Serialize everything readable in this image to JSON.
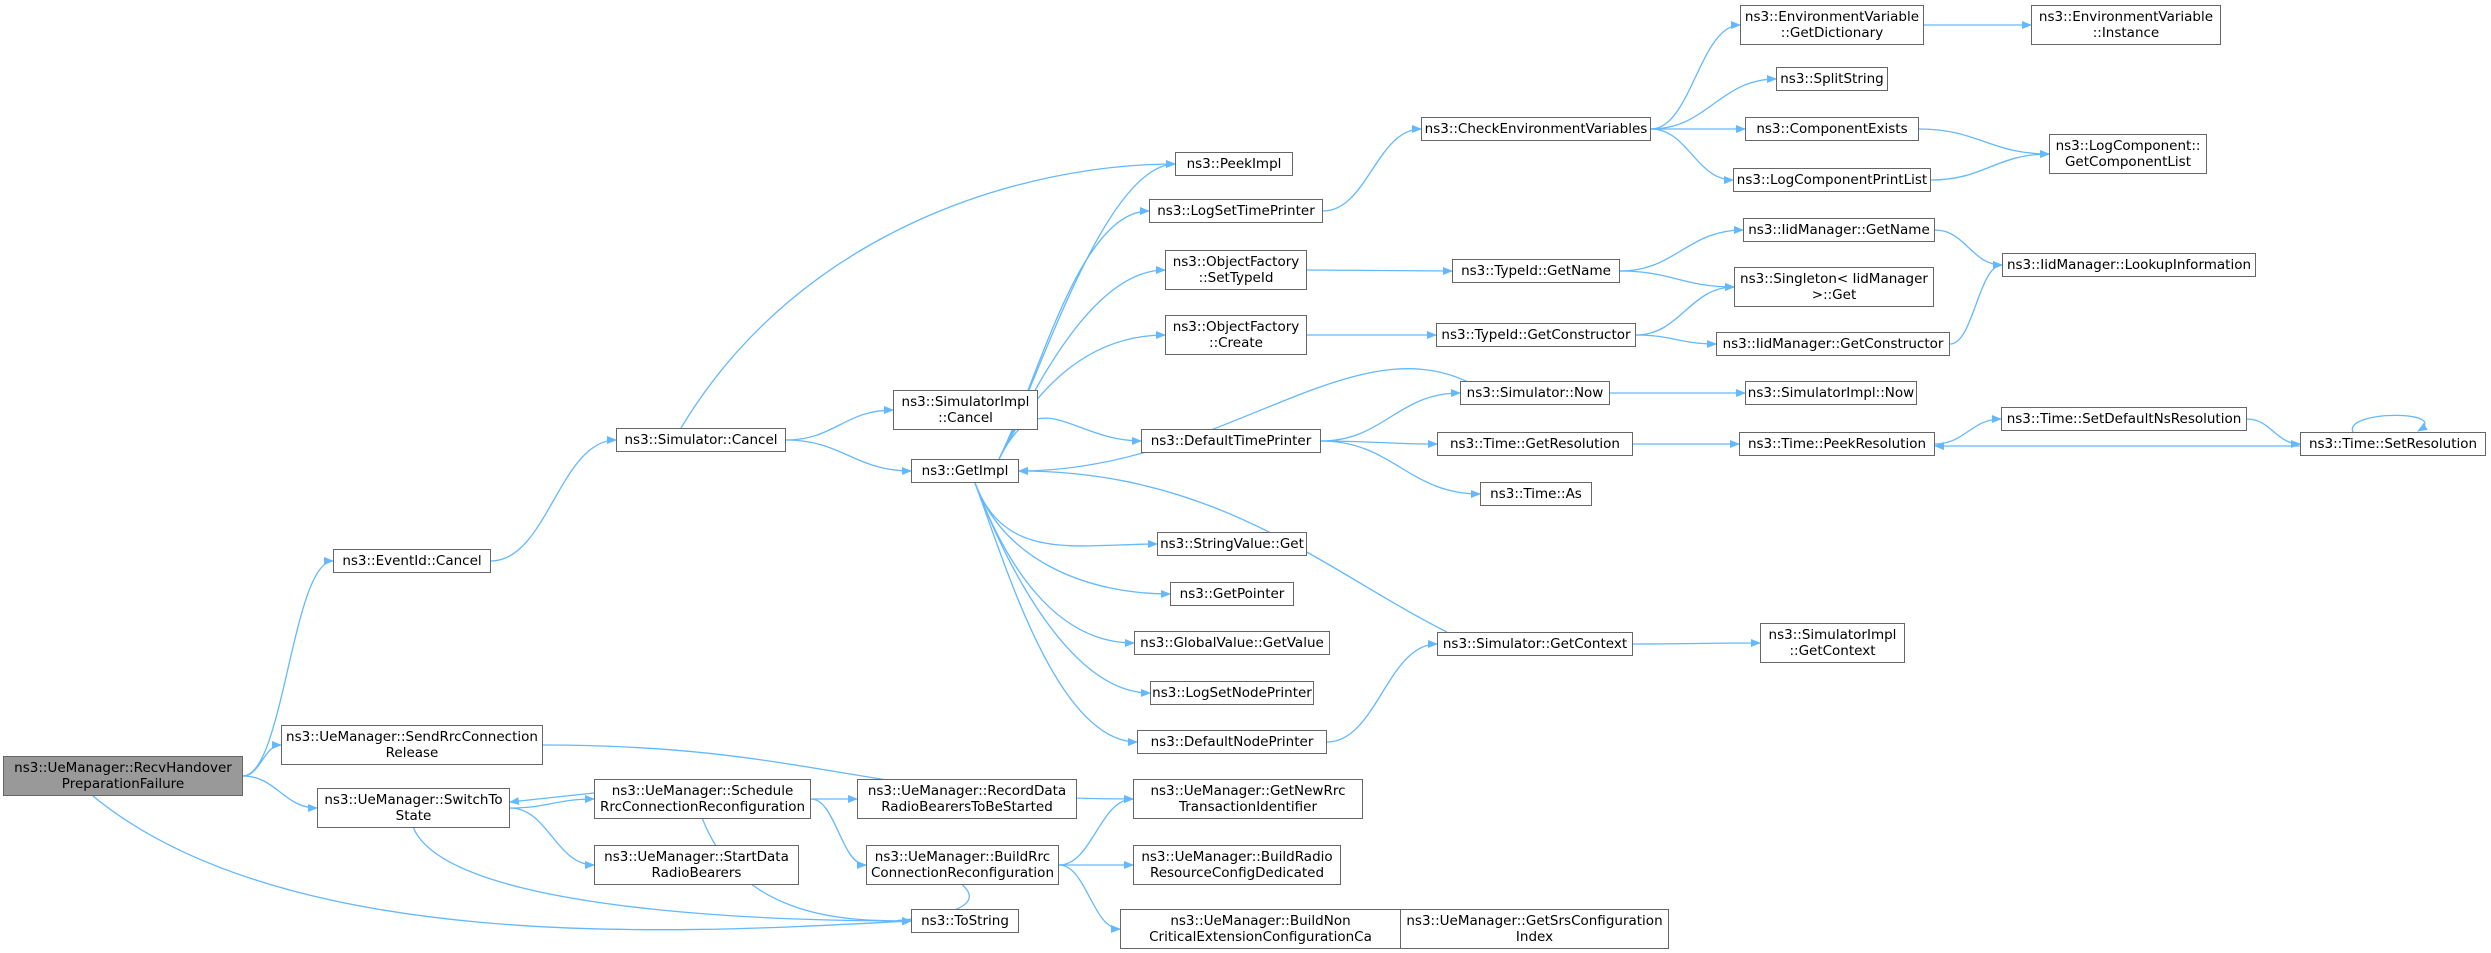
{
  "edge_color": "#63b8ff",
  "root_fill": "#999999",
  "node_border": "#666666",
  "nodes": {
    "recv": {
      "lines": [
        "ns3::UeManager::RecvHandover",
        "PreparationFailure"
      ]
    },
    "eventcancel": {
      "lines": [
        "ns3::EventId::Cancel"
      ]
    },
    "simcancel": {
      "lines": [
        "ns3::Simulator::Cancel"
      ]
    },
    "peekimpl": {
      "lines": [
        "ns3::PeekImpl"
      ]
    },
    "siminplcancel": {
      "lines": [
        "ns3::SimulatorImpl",
        "::Cancel"
      ]
    },
    "getimpl": {
      "lines": [
        "ns3::GetImpl"
      ]
    },
    "logsettime": {
      "lines": [
        "ns3::LogSetTimePrinter"
      ]
    },
    "ofsettypeid": {
      "lines": [
        "ns3::ObjectFactory",
        "::SetTypeId"
      ]
    },
    "ofcreate": {
      "lines": [
        "ns3::ObjectFactory",
        "::Create"
      ]
    },
    "deftimeprinter": {
      "lines": [
        "ns3::DefaultTimePrinter"
      ]
    },
    "strvalget": {
      "lines": [
        "ns3::StringValue::Get"
      ]
    },
    "getpointer": {
      "lines": [
        "ns3::GetPointer"
      ]
    },
    "gvgetvalue": {
      "lines": [
        "ns3::GlobalValue::GetValue"
      ]
    },
    "logsetnode": {
      "lines": [
        "ns3::LogSetNodePrinter"
      ]
    },
    "defnodeprinter": {
      "lines": [
        "ns3::DefaultNodePrinter"
      ]
    },
    "checkenv": {
      "lines": [
        "ns3::CheckEnvironmentVariables"
      ]
    },
    "envgetdict": {
      "lines": [
        "ns3::EnvironmentVariable",
        "::GetDictionary"
      ]
    },
    "envinstance": {
      "lines": [
        "ns3::EnvironmentVariable",
        "::Instance"
      ]
    },
    "splitstring": {
      "lines": [
        "ns3::SplitString"
      ]
    },
    "compexists": {
      "lines": [
        "ns3::ComponentExists"
      ]
    },
    "logcompprint": {
      "lines": [
        "ns3::LogComponentPrintList"
      ]
    },
    "logcompget": {
      "lines": [
        "ns3::LogComponent::",
        "GetComponentList"
      ]
    },
    "typeidgetname": {
      "lines": [
        "ns3::TypeId::GetName"
      ]
    },
    "iidgetname": {
      "lines": [
        "ns3::IidManager::GetName"
      ]
    },
    "iidlookup": {
      "lines": [
        "ns3::IidManager::LookupInformation"
      ]
    },
    "singletonget": {
      "lines": [
        "ns3::Singleton< IidManager",
        ">::Get"
      ]
    },
    "typeidgetctor": {
      "lines": [
        "ns3::TypeId::GetConstructor"
      ]
    },
    "iidgetctor": {
      "lines": [
        "ns3::IidManager::GetConstructor"
      ]
    },
    "simnow": {
      "lines": [
        "ns3::Simulator::Now"
      ]
    },
    "simimplnow": {
      "lines": [
        "ns3::SimulatorImpl::Now"
      ]
    },
    "timegetres": {
      "lines": [
        "ns3::Time::GetResolution"
      ]
    },
    "timepeekres": {
      "lines": [
        "ns3::Time::PeekResolution"
      ]
    },
    "timesetdefns": {
      "lines": [
        "ns3::Time::SetDefaultNsResolution"
      ]
    },
    "timesetres": {
      "lines": [
        "ns3::Time::SetResolution"
      ]
    },
    "timeas": {
      "lines": [
        "ns3::Time::As"
      ]
    },
    "simgetctx": {
      "lines": [
        "ns3::Simulator::GetContext"
      ]
    },
    "simimplgetctx": {
      "lines": [
        "ns3::SimulatorImpl",
        "::GetContext"
      ]
    },
    "sendrrcrel": {
      "lines": [
        "ns3::UeManager::SendRrcConnection",
        "Release"
      ]
    },
    "switchto": {
      "lines": [
        "ns3::UeManager::SwitchTo",
        "State"
      ]
    },
    "schedrrc": {
      "lines": [
        "ns3::UeManager::Schedule",
        "RrcConnectionReconfiguration"
      ]
    },
    "recorddata": {
      "lines": [
        "ns3::UeManager::RecordData",
        "RadioBearersToBeStarted"
      ]
    },
    "getnewrrc": {
      "lines": [
        "ns3::UeManager::GetNewRrc",
        "TransactionIdentifier"
      ]
    },
    "startdata": {
      "lines": [
        "ns3::UeManager::StartData",
        "RadioBearers"
      ]
    },
    "buildrrc": {
      "lines": [
        "ns3::UeManager::BuildRrc",
        "ConnectionReconfiguration"
      ]
    },
    "buildradio": {
      "lines": [
        "ns3::UeManager::BuildRadio",
        "ResourceConfigDedicated"
      ]
    },
    "buildnoncrit": {
      "lines": [
        "ns3::UeManager::BuildNon",
        "CriticalExtensionConfigurationCa"
      ]
    },
    "getsrs": {
      "lines": [
        "ns3::UeManager::GetSrsConfiguration",
        "Index"
      ]
    },
    "tostring": {
      "lines": [
        "ns3::ToString"
      ]
    }
  },
  "edges": [
    [
      "recv",
      "eventcancel"
    ],
    [
      "recv",
      "sendrrcrel"
    ],
    [
      "recv",
      "switchto"
    ],
    [
      "recv",
      "tostring"
    ],
    [
      "eventcancel",
      "simcancel"
    ],
    [
      "simcancel",
      "peekimpl"
    ],
    [
      "simcancel",
      "siminplcancel"
    ],
    [
      "simcancel",
      "getimpl"
    ],
    [
      "getimpl",
      "peekimpl"
    ],
    [
      "getimpl",
      "logsettime"
    ],
    [
      "getimpl",
      "ofsettypeid"
    ],
    [
      "getimpl",
      "ofcreate"
    ],
    [
      "getimpl",
      "deftimeprinter"
    ],
    [
      "getimpl",
      "strvalget"
    ],
    [
      "getimpl",
      "getpointer"
    ],
    [
      "getimpl",
      "gvgetvalue"
    ],
    [
      "getimpl",
      "logsetnode"
    ],
    [
      "getimpl",
      "defnodeprinter"
    ],
    [
      "logsettime",
      "checkenv"
    ],
    [
      "checkenv",
      "envgetdict"
    ],
    [
      "checkenv",
      "splitstring"
    ],
    [
      "checkenv",
      "compexists"
    ],
    [
      "checkenv",
      "logcompprint"
    ],
    [
      "envgetdict",
      "envinstance"
    ],
    [
      "compexists",
      "logcompget"
    ],
    [
      "logcompprint",
      "logcompget"
    ],
    [
      "ofsettypeid",
      "typeidgetname"
    ],
    [
      "typeidgetname",
      "iidgetname"
    ],
    [
      "typeidgetname",
      "singletonget"
    ],
    [
      "iidgetname",
      "iidlookup"
    ],
    [
      "ofcreate",
      "typeidgetctor"
    ],
    [
      "typeidgetctor",
      "singletonget"
    ],
    [
      "typeidgetctor",
      "iidgetctor"
    ],
    [
      "iidgetctor",
      "iidlookup"
    ],
    [
      "simnow",
      "getimpl"
    ],
    [
      "simnow",
      "simimplnow"
    ],
    [
      "deftimeprinter",
      "simnow"
    ],
    [
      "deftimeprinter",
      "timegetres"
    ],
    [
      "deftimeprinter",
      "timeas"
    ],
    [
      "timegetres",
      "timepeekres"
    ],
    [
      "timepeekres",
      "timesetdefns"
    ],
    [
      "timesetdefns",
      "timesetres"
    ],
    [
      "timesetres",
      "timepeekres"
    ],
    [
      "timesetres",
      "timesetres"
    ],
    [
      "simgetctx",
      "getimpl"
    ],
    [
      "simgetctx",
      "simimplgetctx"
    ],
    [
      "defnodeprinter",
      "simgetctx"
    ],
    [
      "sendrrcrel",
      "getnewrrc"
    ],
    [
      "switchto",
      "startdata"
    ],
    [
      "switchto",
      "tostring"
    ],
    [
      "switchto",
      "schedrrc"
    ],
    [
      "schedrrc",
      "switchto"
    ],
    [
      "schedrrc",
      "recorddata"
    ],
    [
      "schedrrc",
      "buildrrc"
    ],
    [
      "schedrrc",
      "tostring"
    ],
    [
      "buildrrc",
      "getnewrrc"
    ],
    [
      "buildrrc",
      "buildradio"
    ],
    [
      "buildrrc",
      "buildnoncrit"
    ],
    [
      "buildrrc",
      "tostring"
    ],
    [
      "buildnoncrit",
      "getsrs"
    ]
  ]
}
